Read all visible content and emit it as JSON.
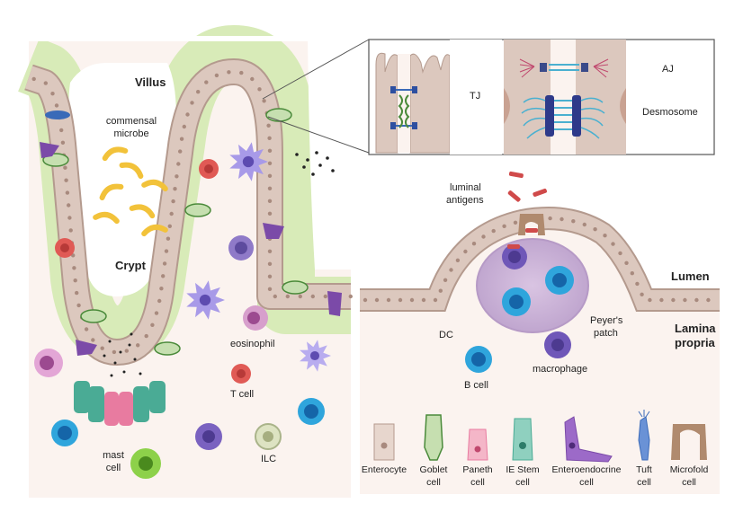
{
  "labels": {
    "villus": "Villus",
    "crypt": "Crypt",
    "commensal_l1": "commensal",
    "commensal_l2": "microbe",
    "tj": "TJ",
    "aj": "AJ",
    "desmosome": "Desmosome",
    "luminal_l1": "luminal",
    "luminal_l2": "antigens",
    "lumen": "Lumen",
    "lamina_l1": "Lamina",
    "lamina_l2": "propria",
    "peyers_l1": "Peyer's",
    "peyers_l2": "patch",
    "dc": "DC",
    "macrophage": "macrophage",
    "b_cell": "B cell",
    "eosinophil": "eosinophil",
    "t_cell": "T cell",
    "ilc": "ILC",
    "mast_l1": "mast",
    "mast_l2": "cell"
  },
  "legend": [
    {
      "key": "enterocyte",
      "line1": "Enterocyte",
      "line2": ""
    },
    {
      "key": "goblet",
      "line1": "Goblet",
      "line2": "cell"
    },
    {
      "key": "paneth",
      "line1": "Paneth",
      "line2": "cell"
    },
    {
      "key": "ie-stem",
      "line1": "IE Stem",
      "line2": "cell"
    },
    {
      "key": "enteroendocrine",
      "line1": "Enteroendocrine",
      "line2": "cell"
    },
    {
      "key": "tuft",
      "line1": "Tuft",
      "line2": "cell"
    },
    {
      "key": "microfold",
      "line1": "Microfold",
      "line2": "cell"
    }
  ],
  "colors": {
    "tissue": "#fbf3ef",
    "mucus": "#d8ebb8",
    "epithelium": "#dcc8be",
    "epithelium_edge": "#b49a8e",
    "nucleus": "#a88a7e",
    "commensal": "#f2c23a",
    "dc": "#8a7be0",
    "macrophage": "#6f57b8",
    "b_cell": "#2fa5dc",
    "t_cell": "#e05a55",
    "eosinophil": "#c066b0",
    "ilc": "#cfd9a8",
    "mast": "#8dd14a",
    "goblet": "#4a8a3a",
    "paneth": "#e87ba0",
    "ie_stem": "#4aab95",
    "enteroendocrine": "#7b4aa8",
    "tuft": "#3a6ab8",
    "microfold": "#b08a6e",
    "peyers": "#c9b2d6"
  }
}
